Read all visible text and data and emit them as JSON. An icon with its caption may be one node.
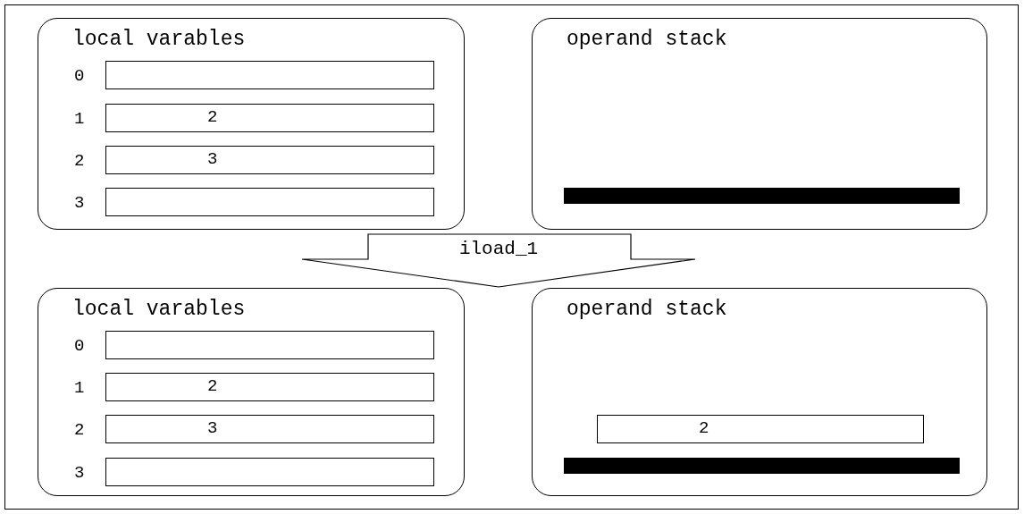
{
  "diagram": {
    "nodes": [
      {
        "text": [
          "local varables"
        ]
      },
      {
        "text": [],
        "shape": "box",
        "in": 0,
        "beside": [
          "0"
        ]
      },
      {
        "text": [
          "2"
        ],
        "in": 0,
        "beside": [
          "1"
        ]
      },
      {
        "text": [
          "3"
        ],
        "in": 0,
        "beside": [
          "2"
        ]
      },
      {
        "text": [],
        "shape": "box",
        "in": 0,
        "beside": [
          "3"
        ]
      },
      {
        "text": [
          "operand stack"
        ]
      },
      {
        "text": [],
        "shape": "bar",
        "in": 5
      },
      {
        "text": [
          "iload_1"
        ]
      },
      {
        "text": [
          "local varables"
        ]
      },
      {
        "text": [],
        "shape": "box",
        "in": 8,
        "beside": [
          "0"
        ]
      },
      {
        "text": [
          "2"
        ],
        "in": 8,
        "beside": [
          "1"
        ]
      },
      {
        "text": [
          "3"
        ],
        "in": 8,
        "beside": [
          "2"
        ]
      },
      {
        "text": [],
        "shape": "box",
        "in": 8,
        "beside": [
          "3"
        ]
      },
      {
        "text": [
          "operand stack"
        ]
      },
      {
        "text": [
          "2"
        ],
        "in": 13
      },
      {
        "text": [],
        "shape": "bar",
        "in": 13
      }
    ]
  }
}
